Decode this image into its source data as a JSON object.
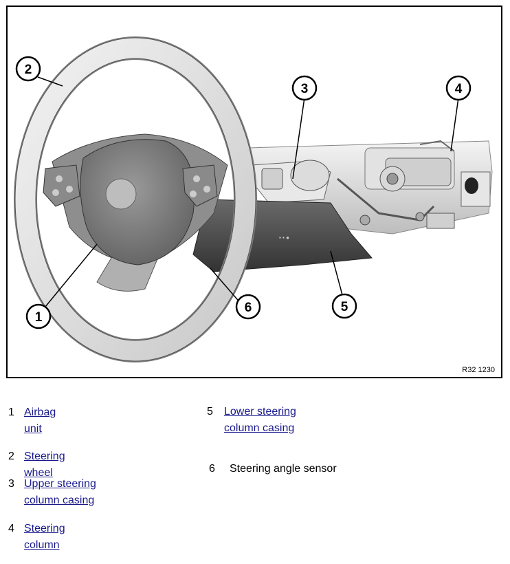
{
  "figure": {
    "reference": "R32 1230",
    "callouts": [
      "1",
      "2",
      "3",
      "4",
      "5",
      "6"
    ]
  },
  "legend": [
    {
      "num": "1",
      "label": "Airbag unit",
      "link": true
    },
    {
      "num": "2",
      "label": "Steering wheel",
      "link": true
    },
    {
      "num": "3",
      "label": "Upper steering column casing",
      "line1": "Upper steering",
      "line2": "column casing",
      "link": true
    },
    {
      "num": "4",
      "label": "Steering column",
      "line1": "Steering",
      "line2": "column",
      "link": true
    },
    {
      "num": "5",
      "label": "Lower steering column casing",
      "line1": "Lower steering",
      "line2": "column casing",
      "link": true
    },
    {
      "num": "6",
      "label": "Steering angle sensor",
      "link": false
    }
  ],
  "colors": {
    "link": "#1a1a8c",
    "border": "#000000"
  }
}
